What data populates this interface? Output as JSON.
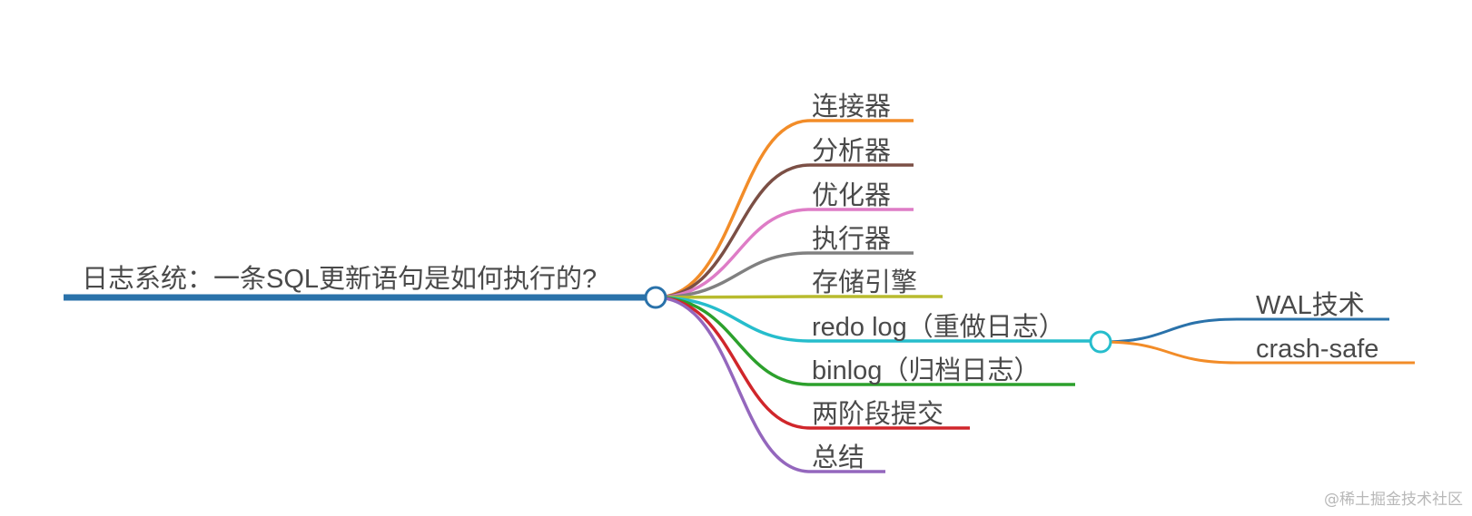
{
  "root": {
    "label": "日志系统：一条SQL更新语句是如何执行的?",
    "color": "#2a72aa"
  },
  "children": [
    {
      "label": "连接器",
      "color": "#f28c28"
    },
    {
      "label": "分析器",
      "color": "#7b4f45"
    },
    {
      "label": "优化器",
      "color": "#de7cc6"
    },
    {
      "label": "执行器",
      "color": "#808080"
    },
    {
      "label": "存储引擎",
      "color": "#b8bb2e"
    },
    {
      "label": "redo log（重做日志）",
      "color": "#26bdcc",
      "children": [
        {
          "label": "WAL技术",
          "color": "#2a72aa"
        },
        {
          "label": "crash-safe",
          "color": "#f28c28"
        }
      ]
    },
    {
      "label": "binlog（归档日志）",
      "color": "#2ca02c"
    },
    {
      "label": "两阶段提交",
      "color": "#d0262b"
    },
    {
      "label": "总结",
      "color": "#9467bd"
    }
  ],
  "watermark": "@稀土掘金技术社区"
}
